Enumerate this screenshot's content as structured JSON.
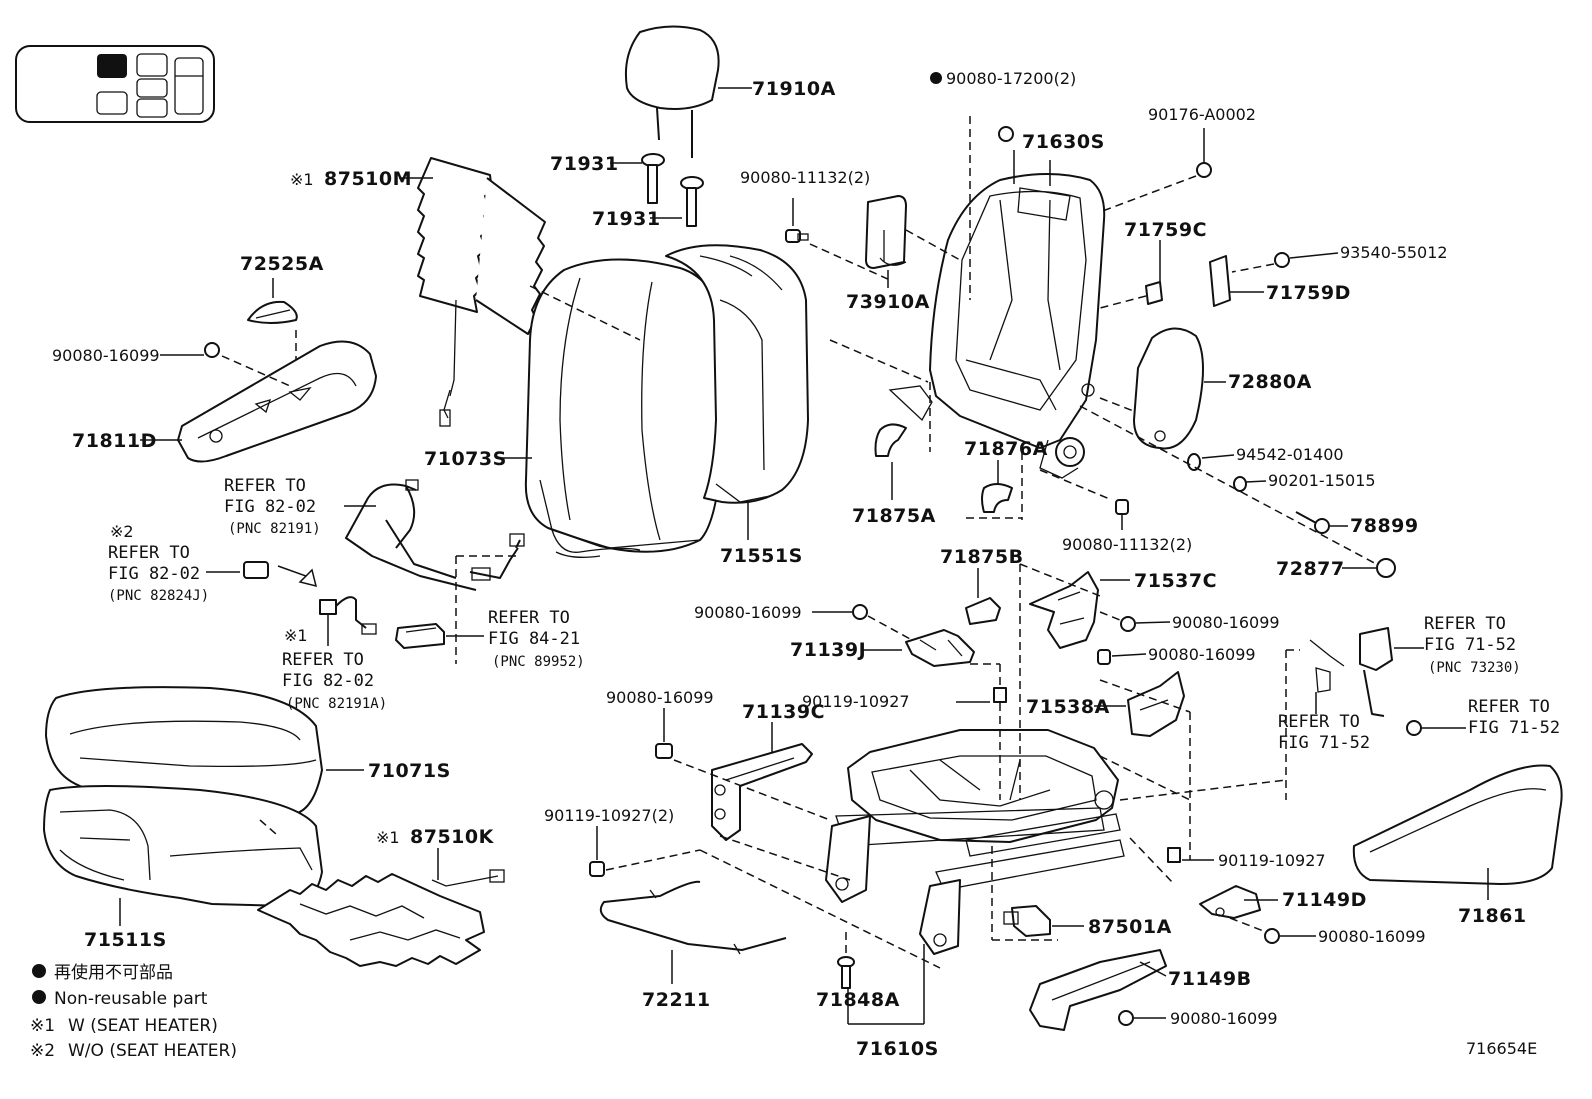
{
  "locator": {
    "description": ""
  },
  "labels": {
    "p71910A": "71910A",
    "p71931a": "71931",
    "p71931b": "71931",
    "p87510M": "87510M",
    "mark87510M": "※1",
    "p72525A": "72525A",
    "p90080_16099_a": "90080-16099",
    "p71811D": "71811D",
    "p71073S": "71073S",
    "p90080_11132_a": "90080-11132(2)",
    "p73910A": "73910A",
    "p90080_17200": "90080-17200(2)",
    "p71630S": "71630S",
    "p90176": "90176-A0002",
    "p71759C": "71759C",
    "p93540": "93540-55012",
    "p71759D": "71759D",
    "p72880A": "72880A",
    "p94542": "94542-01400",
    "p90201": "90201-15015",
    "p78899": "78899",
    "p72877": "72877",
    "p71876A": "71876A",
    "p71875A": "71875A",
    "p90080_11132_b": "90080-11132(2)",
    "p71551S": "71551S",
    "p71875B": "71875B",
    "p71537C": "71537C",
    "p90080_16099_b": "90080-16099",
    "p90080_16099_c": "90080-16099",
    "p71139J": "71139J",
    "p90080_16099_d": "90080-16099",
    "p90119_10927_a": "90119-10927",
    "p71538A": "71538A",
    "p90080_16099_e": "90080-16099",
    "p71139C": "71139C",
    "p90119_10927_2": "90119-10927(2)",
    "p71071S": "71071S",
    "p87510K": "87510K",
    "mark87510K": "※1",
    "p71511S": "71511S",
    "p72211": "72211",
    "p71848A": "71848A",
    "p71610S": "71610S",
    "p90119_10927_b": "90119-10927",
    "p71149D": "71149D",
    "p87501A": "87501A",
    "p90080_16099_f": "90080-16099",
    "p71149B": "71149B",
    "p90080_16099_g": "90080-16099",
    "p71861": "71861",
    "diagram_id": "716654E"
  },
  "refs": {
    "ref1": {
      "l1": "REFER TO",
      "l2": "FIG 82-02",
      "pnc": "(PNC 82191)"
    },
    "ref2": {
      "mark": "※2",
      "l1": "REFER TO",
      "l2": "FIG 82-02",
      "pnc": "(PNC 82824J)"
    },
    "ref3": {
      "mark": "※1",
      "l1": "REFER TO",
      "l2": "FIG 82-02",
      "pnc": "(PNC 82191A)"
    },
    "ref4": {
      "l1": "REFER TO",
      "l2": "FIG 84-21",
      "pnc": "(PNC 89952)"
    },
    "ref5": {
      "l1": "REFER TO",
      "l2": "FIG 71-52",
      "pnc": "(PNC 73230)"
    },
    "ref6": {
      "l1": "REFER TO",
      "l2": "FIG 71-52"
    },
    "ref7": {
      "l1": "REFER TO",
      "l2": "FIG 71-52"
    }
  },
  "legend": {
    "line1": "再使用不可部品",
    "line2": "Non-reusable part",
    "line3_mark": "※1",
    "line3": "W (SEAT HEATER)",
    "line4_mark": "※2",
    "line4": "W/O (SEAT HEATER)"
  }
}
